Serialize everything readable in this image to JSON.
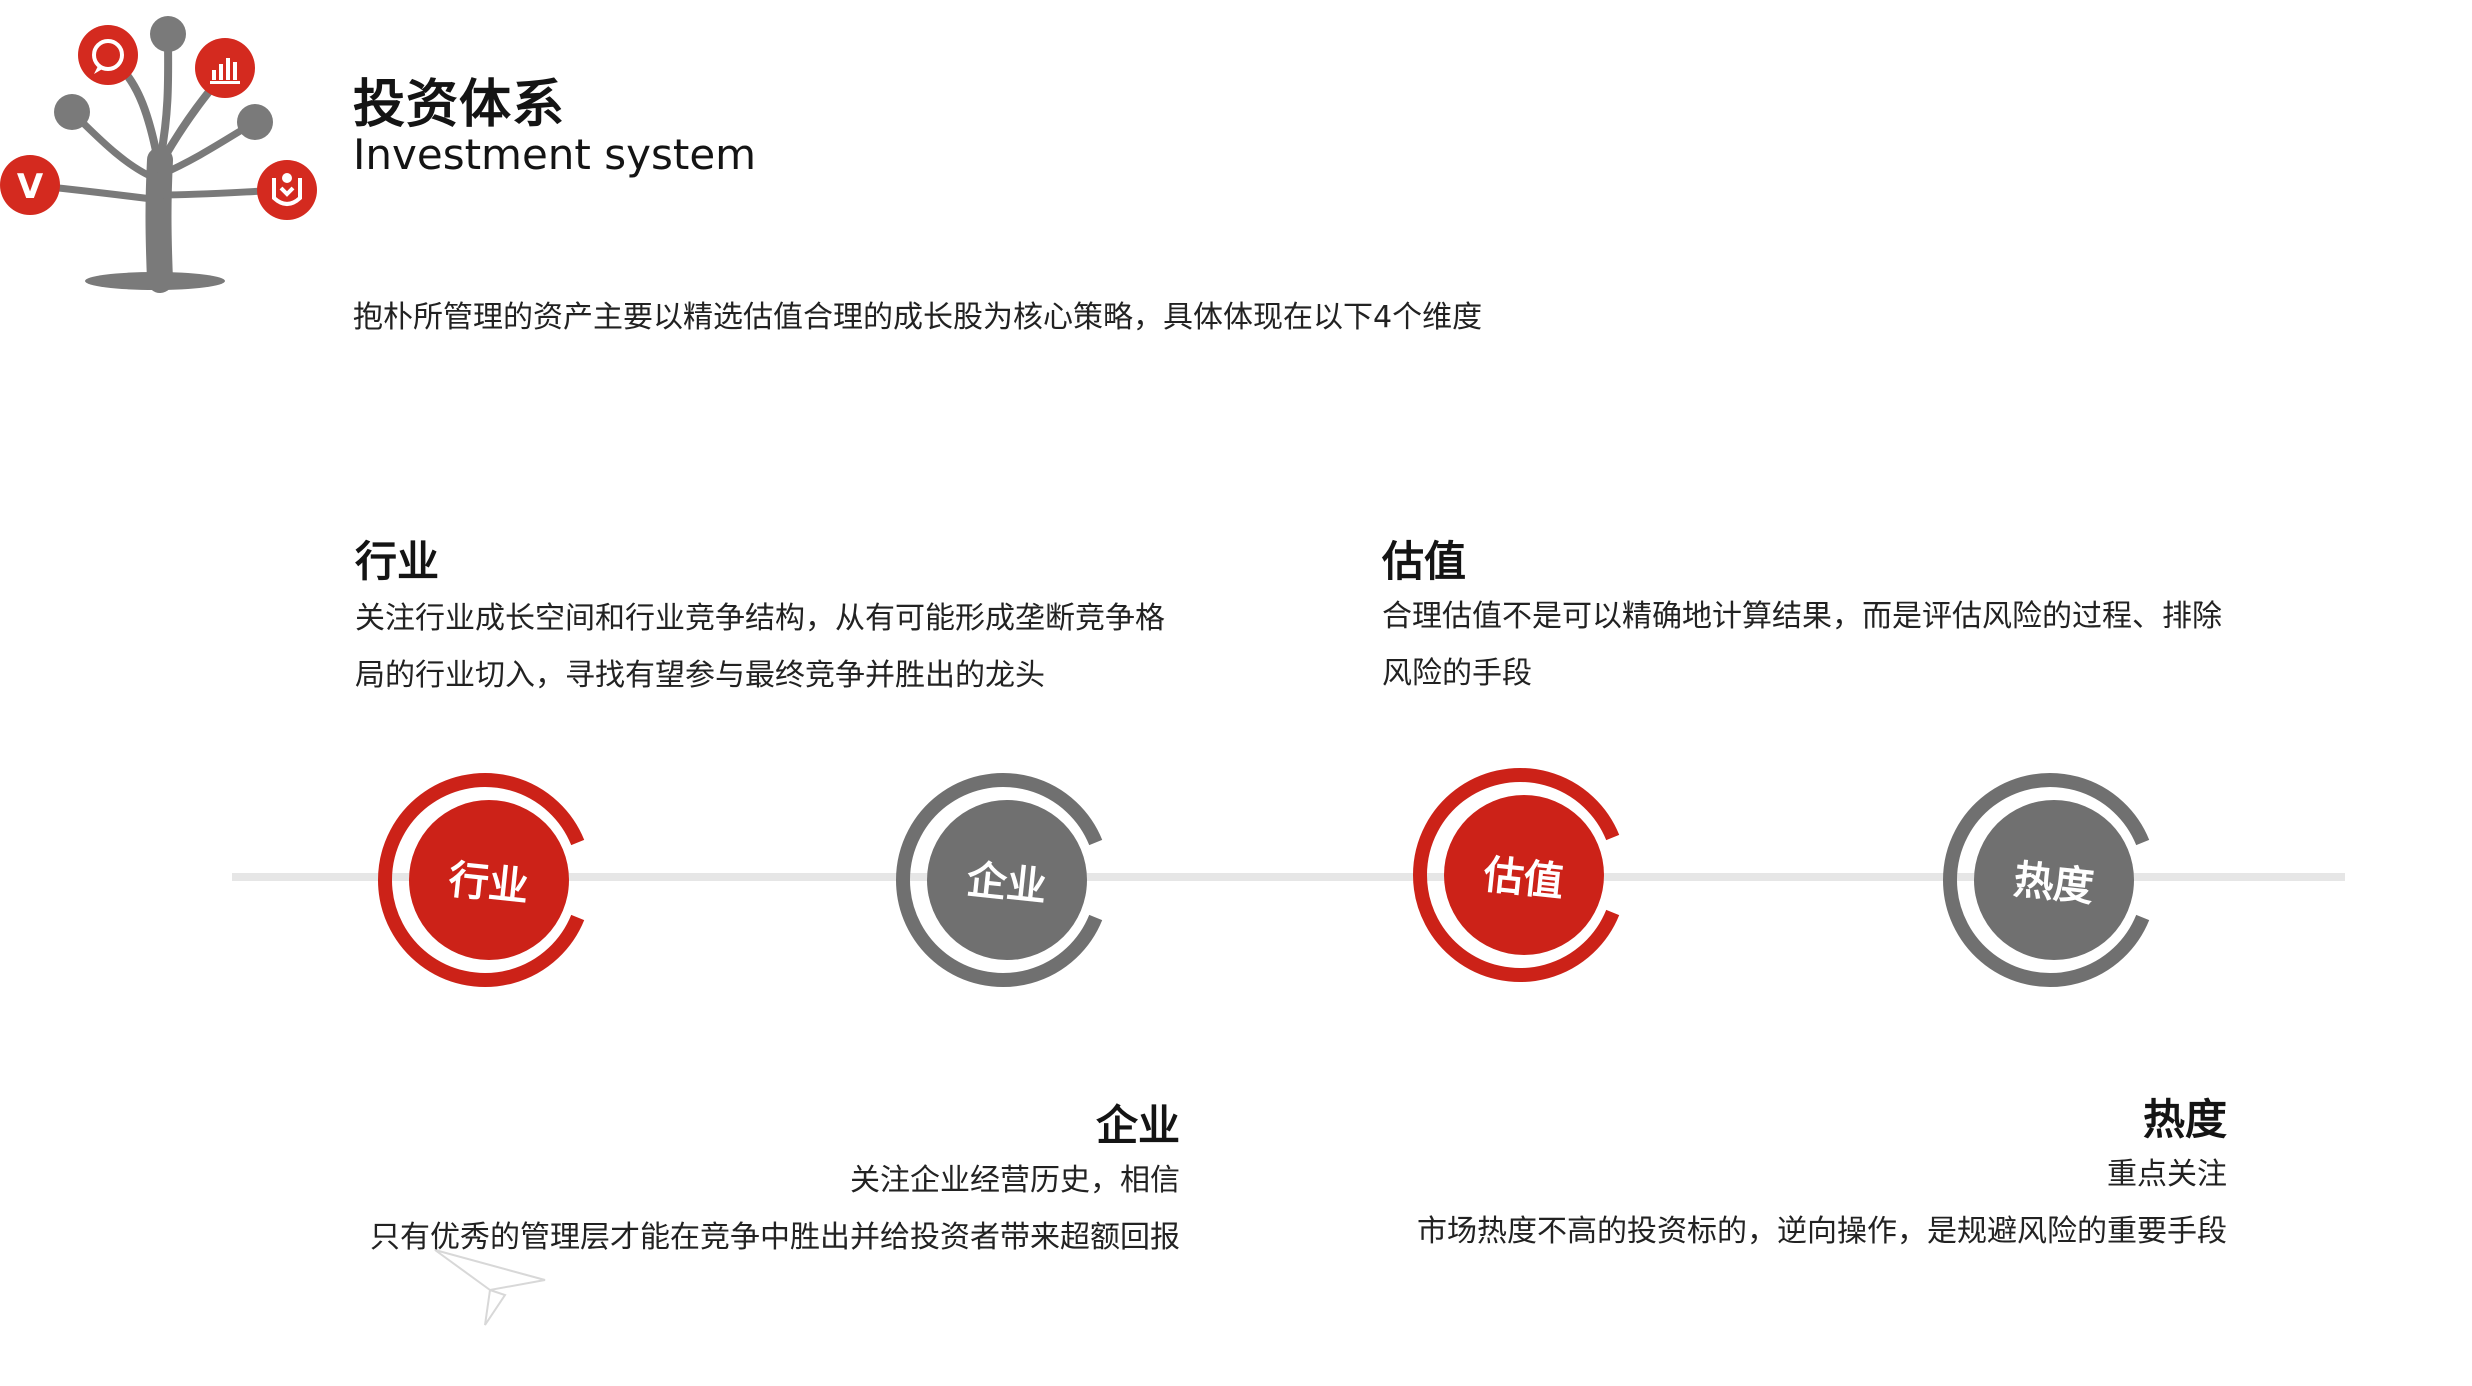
{
  "header": {
    "title_cn": "投资体系",
    "title_en": "Investment system",
    "subtitle": "抱朴所管理的资产主要以精选估值合理的成长股为核心策略，具体体现在以下4个维度"
  },
  "sections": {
    "industry": {
      "title": "行业",
      "lines": [
        "关注行业成长空间和行业竞争结构，从有可能形成垄断竞争格",
        "局的行业切入，寻找有望参与最终竞争并胜出的龙头"
      ]
    },
    "valuation": {
      "title": "估值",
      "lines": [
        "合理估值不是可以精确地计算结果，而是评估风险的过程、排除",
        "风险的手段"
      ]
    },
    "enterprise": {
      "title": "企业",
      "lines": [
        "关注企业经营历史，相信",
        "只有优秀的管理层才能在竞争中胜出并给投资者带来超额回报"
      ]
    },
    "heat": {
      "title": "热度",
      "lines": [
        "重点关注",
        "市场热度不高的投资标的，逆向操作，是规避风险的重要手段"
      ]
    }
  },
  "circles": [
    {
      "label": "行业",
      "color": "#cc2218"
    },
    {
      "label": "企业",
      "color": "#707070"
    },
    {
      "label": "估值",
      "color": "#cc2218"
    },
    {
      "label": "热度",
      "color": "#707070"
    }
  ],
  "logo": {
    "badge_letter": "V",
    "icons": [
      "chat-icon",
      "chart-icon",
      "v-badge-icon",
      "hands-icon"
    ]
  },
  "colors": {
    "accent_red": "#cc2218",
    "accent_gray": "#707070",
    "line_gray": "#e6e6e6"
  }
}
